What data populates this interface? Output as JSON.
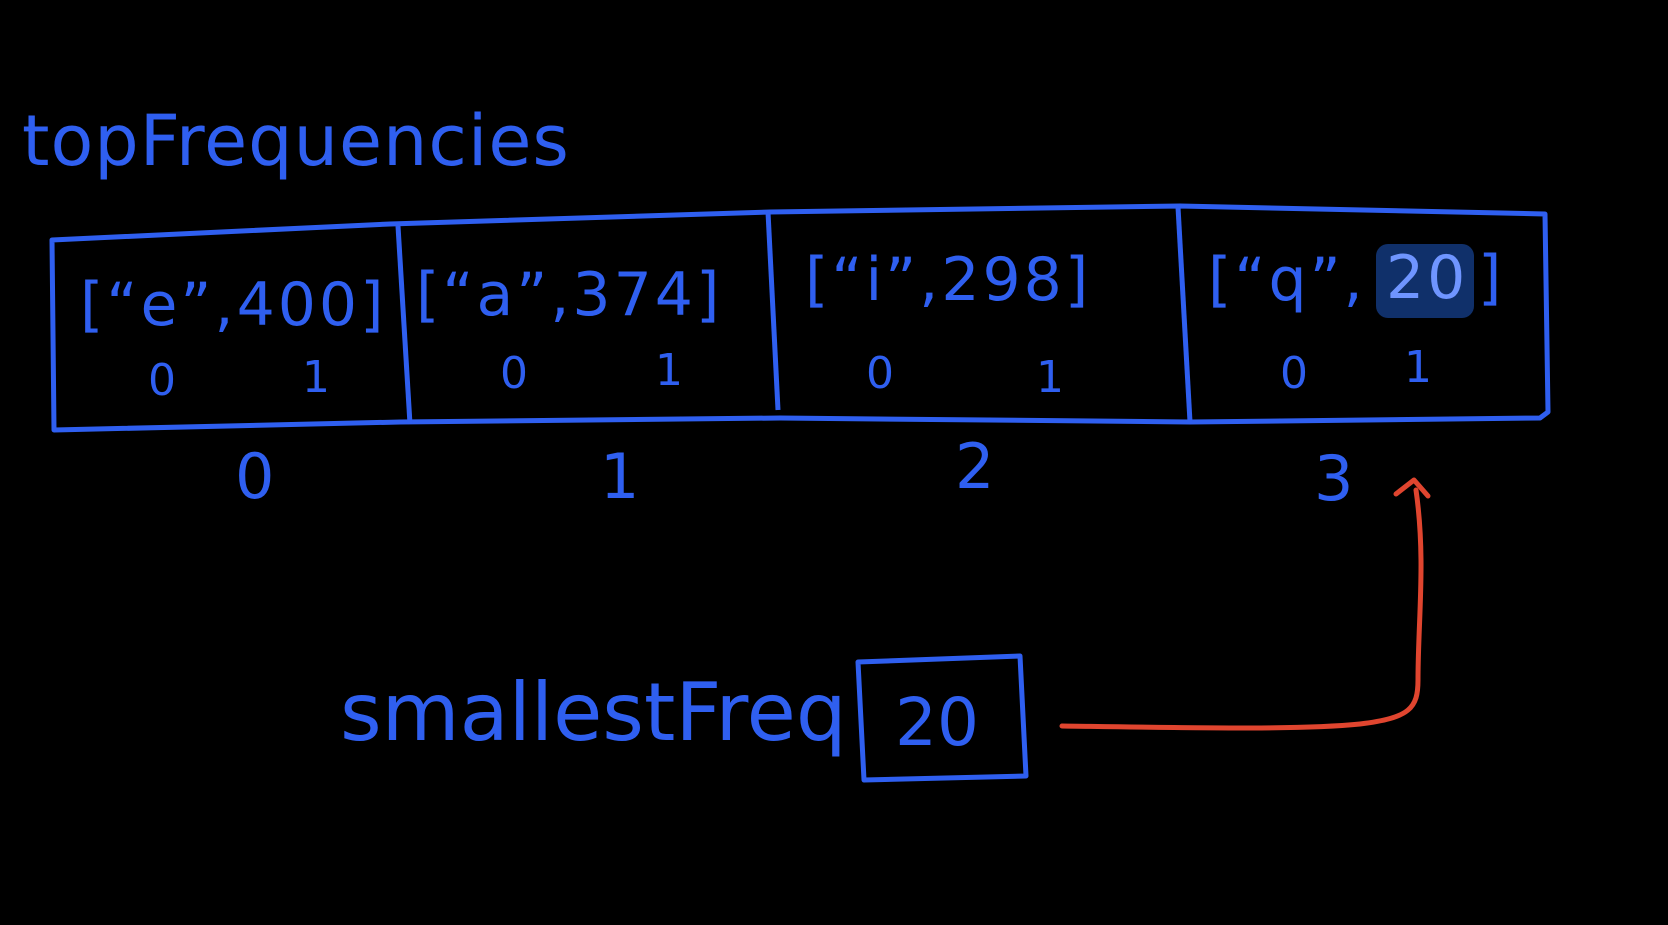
{
  "title": "topFrequencies",
  "colors": {
    "background": "#000000",
    "ink": "#2f5ff0",
    "highlight": "#10306a",
    "highlight_text": "#6f95ff",
    "arrow": "#e0452f"
  },
  "cells": [
    {
      "entry_open": "[“e”,",
      "entry_num": "400",
      "entry_close": "]",
      "sub0": "0",
      "sub1": "1",
      "index": "0"
    },
    {
      "entry_open": "[“a”,",
      "entry_num": "374",
      "entry_close": "]",
      "sub0": "0",
      "sub1": "1",
      "index": "1"
    },
    {
      "entry_open": "[“i”,",
      "entry_num": "298",
      "entry_close": "]",
      "sub0": "0",
      "sub1": "1",
      "index": "2"
    },
    {
      "entry_open": "[“q”,",
      "entry_num": "20",
      "entry_close": "]",
      "sub0": "0",
      "sub1": "1",
      "index": "3"
    }
  ],
  "variable": {
    "label": "smallestFreq",
    "value": "20"
  }
}
